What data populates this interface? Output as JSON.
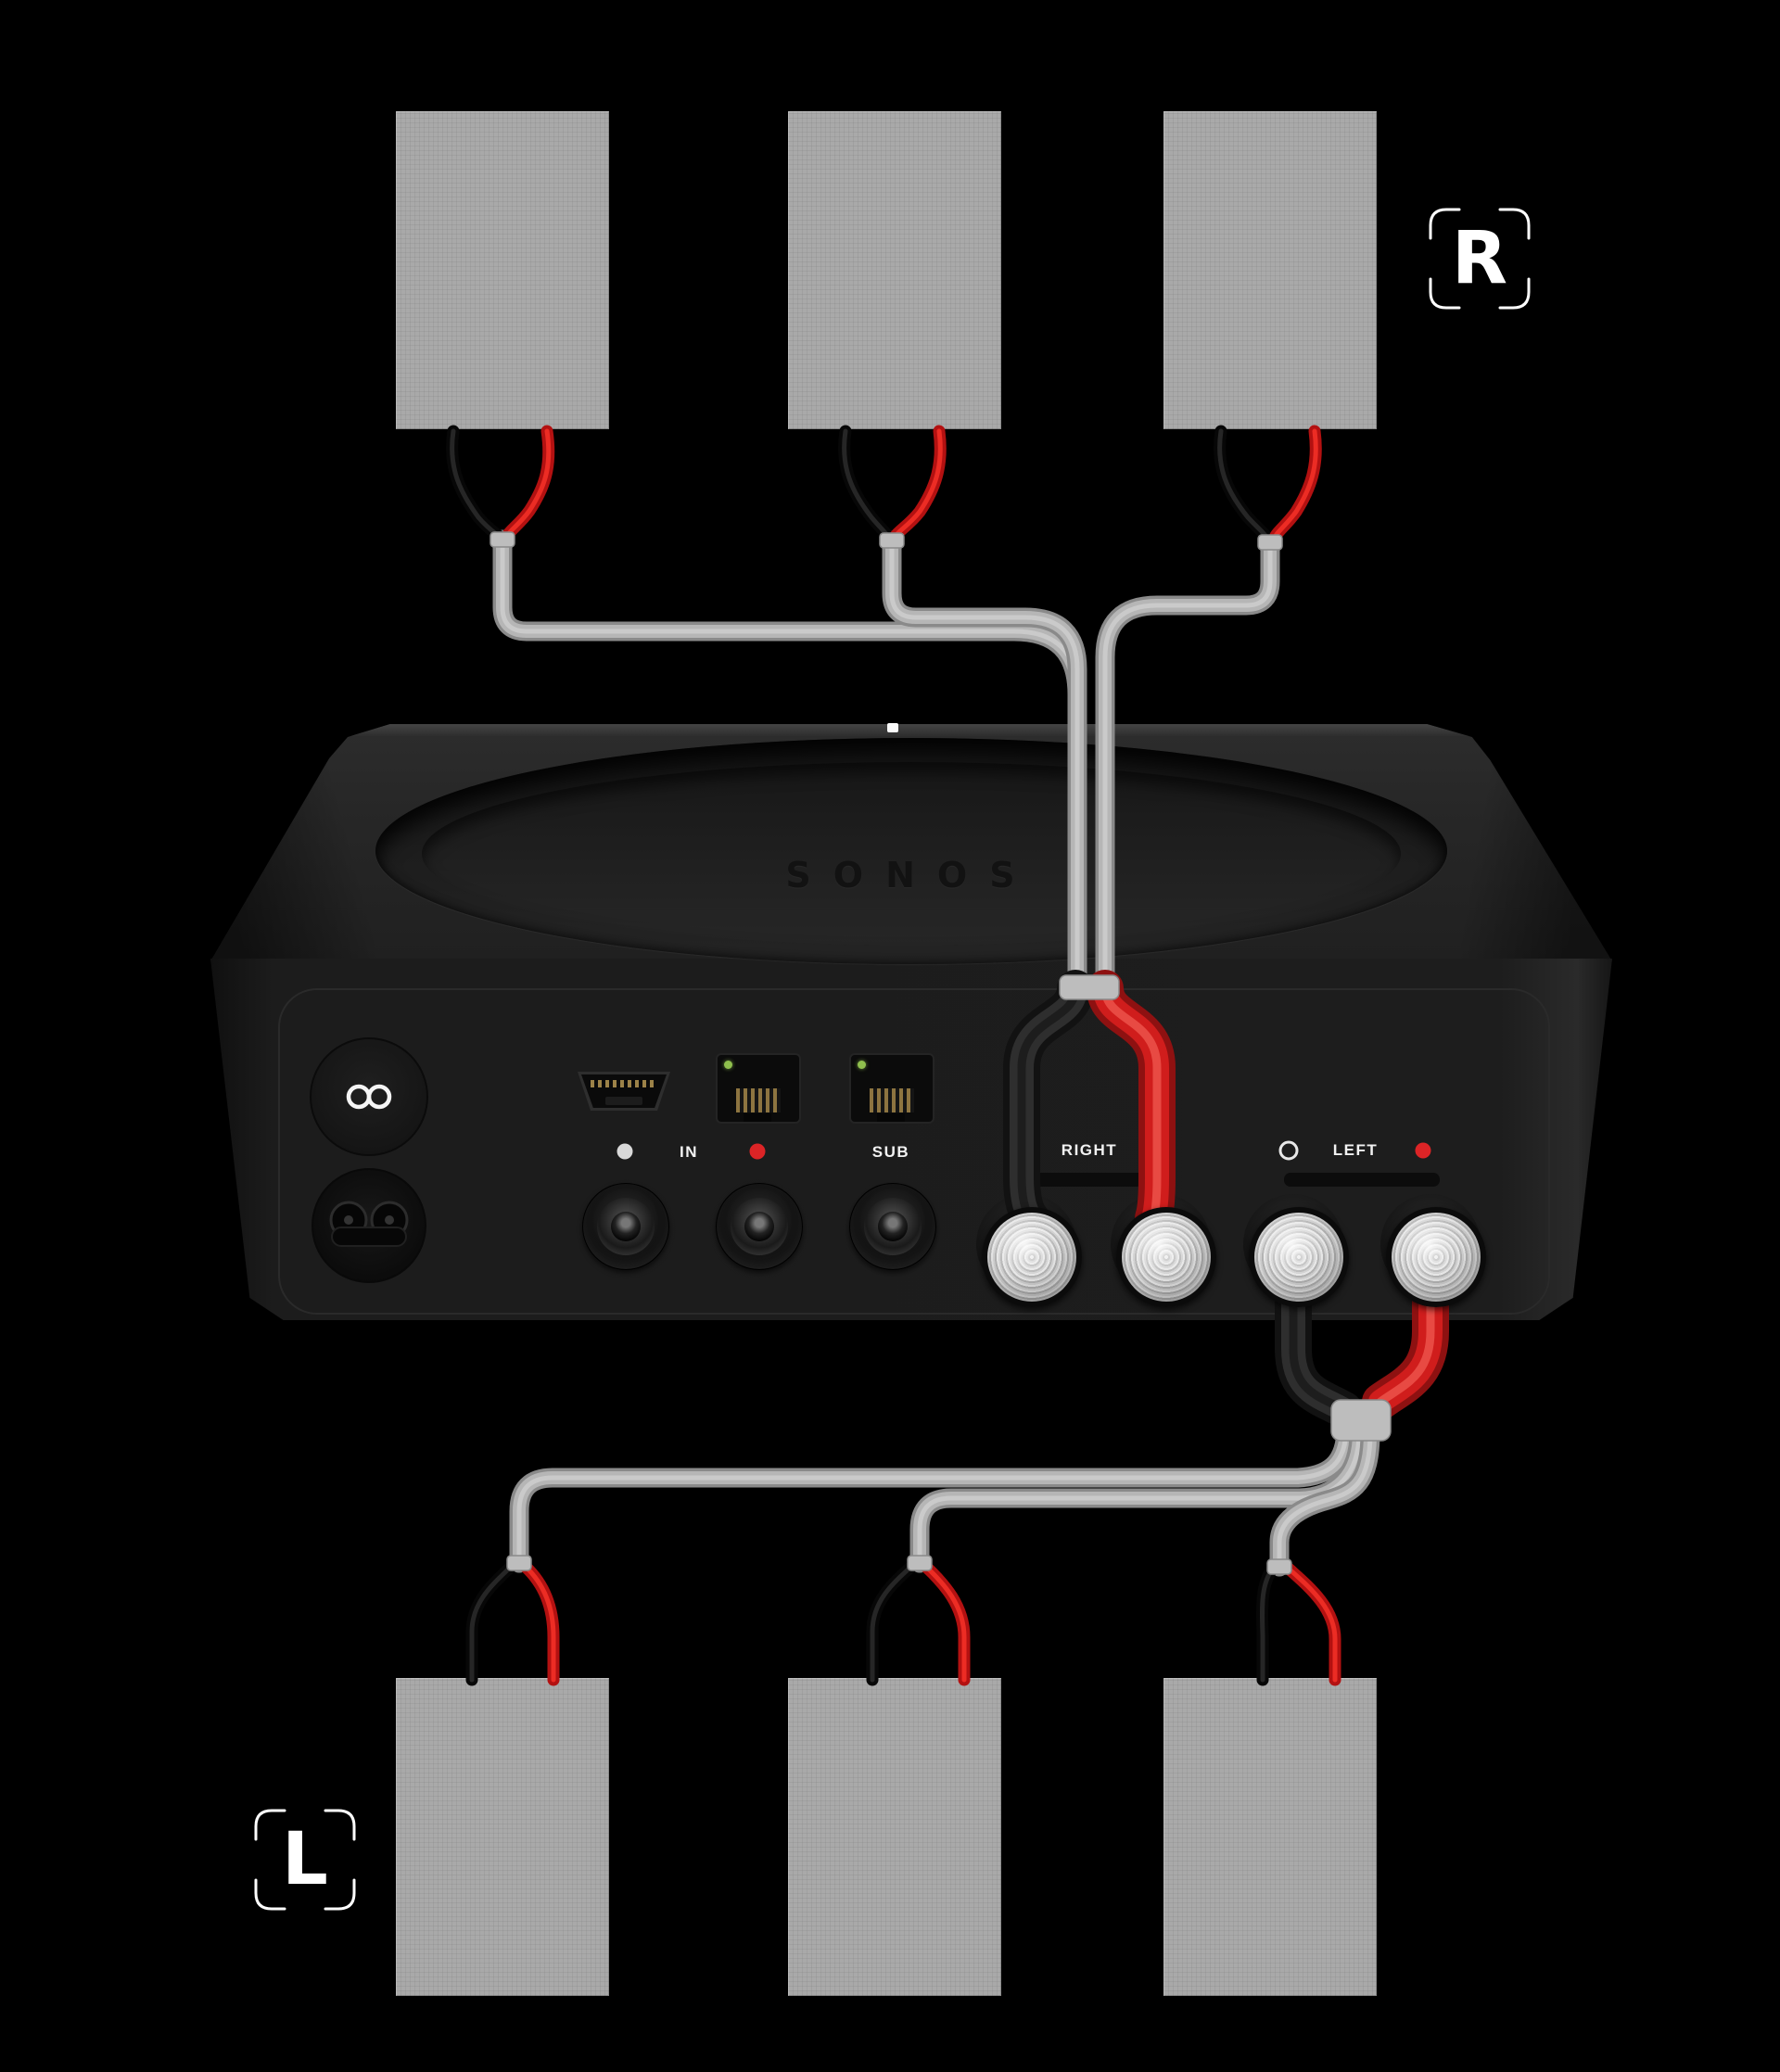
{
  "zones": {
    "right": {
      "badge": "R",
      "speaker_count": 3
    },
    "left": {
      "badge": "L",
      "speaker_count": 3
    }
  },
  "amp": {
    "logo": "SONOS",
    "labels": {
      "line_in": "IN",
      "sub": "SUB",
      "right": "RIGHT",
      "left": "LEFT"
    },
    "icons": {
      "join_button": "infinity-icon",
      "status_light": "led-dot",
      "line_in_left_marker": "white-dot",
      "line_in_right_marker": "red-dot",
      "left_negative_marker": "white-ring",
      "left_positive_marker": "red-dot"
    },
    "ports": {
      "hdmi_count": 1,
      "ethernet_count": 2,
      "rca_count": 3,
      "binding_post_count": 4
    }
  },
  "colors": {
    "background": "#000000",
    "speaker_fill": "#a9a9a9",
    "cable_gray": "#b6b6b6",
    "wire_negative_black": "#1d1d1d",
    "wire_positive_red": "#d01d1c",
    "status_red": "#dc2426",
    "status_white": "#d9d9d9",
    "ethernet_led_green": "#8fbf4d",
    "amp_body": "#1d1d1d"
  }
}
